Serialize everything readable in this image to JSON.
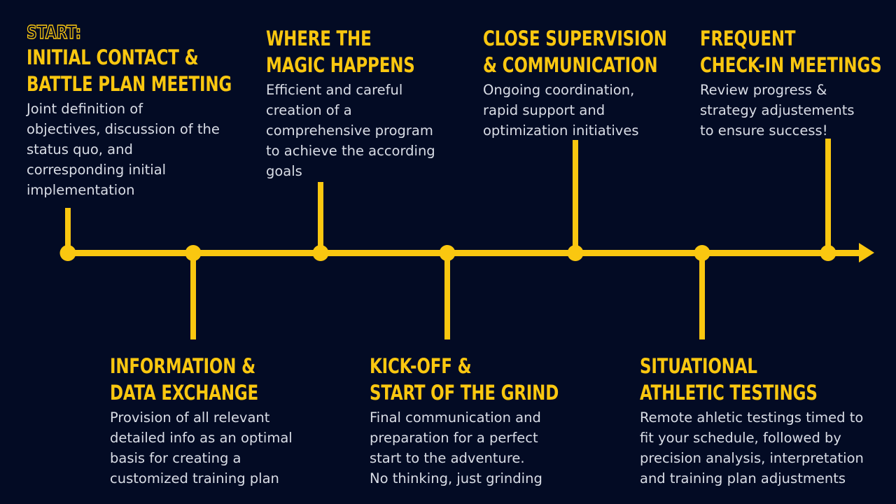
{
  "theme": {
    "background": "#030b24",
    "accent": "#fac710",
    "body_text": "#d9dde6"
  },
  "timeline": {
    "orientation": "horizontal",
    "arrow_direction": "right",
    "node_count": 7
  },
  "entries": [
    {
      "id": "initial-contact",
      "position": "above",
      "eyebrow": "START:",
      "heading_lines": [
        "INITIAL CONTACT &",
        "BATTLE PLAN MEETING"
      ],
      "body_lines": [
        "Joint definition of",
        "objectives, discussion  of the",
        "status quo, and",
        "corresponding  initial",
        "implementation"
      ]
    },
    {
      "id": "information-data-exchange",
      "position": "below",
      "eyebrow": "",
      "heading_lines": [
        "INFORMATION &",
        "DATA EXCHANGE"
      ],
      "body_lines": [
        "Provision of all relevant",
        "detailed info as an optimal",
        "basis for creating a",
        "customized training plan"
      ]
    },
    {
      "id": "where-the-magic-happens",
      "position": "above",
      "eyebrow": "",
      "heading_lines": [
        "WHERE THE",
        "MAGIC HAPPENS"
      ],
      "body_lines": [
        "Efficient and careful",
        "creation of a",
        "comprehensive program",
        "to achieve the according",
        "goals"
      ]
    },
    {
      "id": "kick-off-start-of-the-grind",
      "position": "below",
      "eyebrow": "",
      "heading_lines": [
        "KICK-OFF &",
        "START OF THE GRIND"
      ],
      "body_lines": [
        "Final communication and",
        "preparation for a perfect",
        "start to the adventure.",
        "No thinking,  just grinding"
      ]
    },
    {
      "id": "close-supervision-communication",
      "position": "above",
      "eyebrow": "",
      "heading_lines": [
        "CLOSE SUPERVISION",
        "& COMMUNICATION"
      ],
      "body_lines": [
        "Ongoing coordination,",
        "rapid support and",
        "optimization initiatives"
      ]
    },
    {
      "id": "situational-athletic-testings",
      "position": "below",
      "eyebrow": "",
      "heading_lines": [
        "SITUATIONAL",
        "ATHLETIC TESTINGS"
      ],
      "body_lines": [
        "Remote ahletic testings timed to",
        "fit your schedule, followed by",
        "precision analysis, interpretation",
        "and training plan adjustments"
      ]
    },
    {
      "id": "frequent-check-in-meetings",
      "position": "above",
      "eyebrow": "",
      "heading_lines": [
        "FREQUENT",
        "CHECK-IN MEETINGS"
      ],
      "body_lines": [
        "Review progress  &",
        "strategy adjustements",
        "to ensure success!"
      ]
    }
  ]
}
